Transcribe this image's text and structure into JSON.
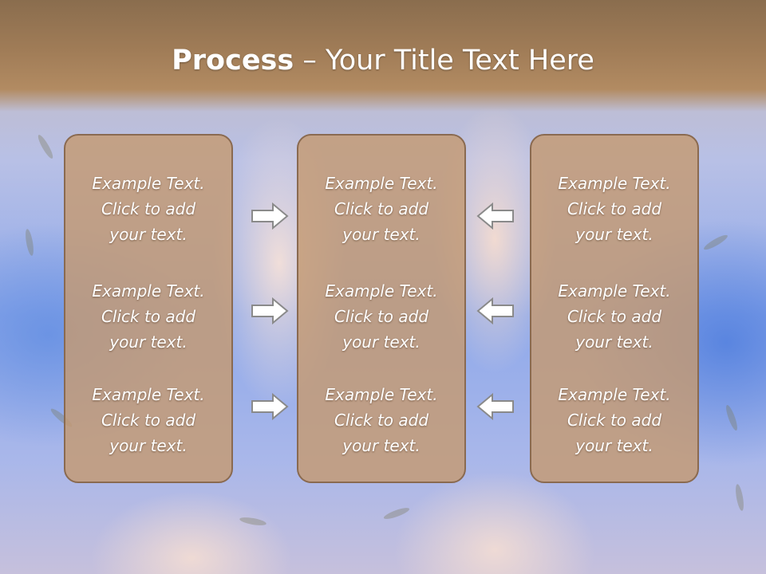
{
  "title": {
    "bold": "Process",
    "separator": " – ",
    "rest": "Your Title Text Here"
  },
  "columns": [
    {
      "items": [
        [
          "Example Text.",
          "Click  to add",
          "your text."
        ],
        [
          "Example Text.",
          "Click  to add",
          "your text."
        ],
        [
          "Example Text.",
          "Click  to add",
          "your text."
        ]
      ]
    },
    {
      "items": [
        [
          "Example Text.",
          "Click  to add",
          "your text."
        ],
        [
          "Example Text.",
          "Click  to add",
          "your text."
        ],
        [
          "Example Text.",
          "Click  to add",
          "your text."
        ]
      ]
    },
    {
      "items": [
        [
          "Example Text.",
          "Click  to add",
          "your text."
        ],
        [
          "Example Text.",
          "Click  to add",
          "your text."
        ],
        [
          "Example Text.",
          "Click  to add",
          "your text."
        ]
      ]
    }
  ],
  "arrows": {
    "left_group": "right-arrow-icon",
    "right_group": "left-arrow-icon"
  },
  "colors": {
    "box_fill": "#c49a72",
    "box_border": "#8a6a50",
    "header": "#a07c57",
    "text": "#ffffff"
  }
}
